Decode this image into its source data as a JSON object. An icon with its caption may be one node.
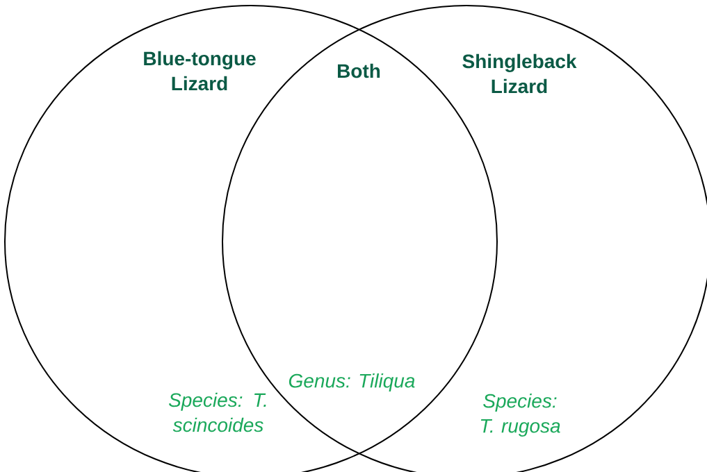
{
  "diagram": {
    "nodes": [
      {
        "text": [
          "Blue-tongue Lizard",
          "Species: T. scincoides"
        ]
      },
      {
        "text": [
          "Shingleback Lizard",
          "Species: T. rugosa"
        ]
      }
    ],
    "edges": [],
    "labels": [
      "Both",
      "Genus: Tiliqua"
    ]
  }
}
